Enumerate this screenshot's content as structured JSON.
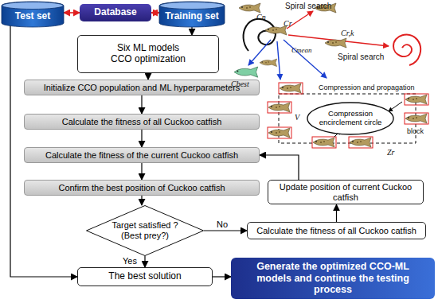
{
  "diagram": {
    "nodes": [
      {
        "text": [
          "Test set"
        ]
      },
      {
        "text": [
          "Database"
        ]
      },
      {
        "text": [
          "Training set"
        ]
      },
      {
        "text": [
          "Six ML models",
          "CCO optimization"
        ]
      },
      {
        "text": [
          "Initialize CCO population and ML hyperparameters"
        ]
      },
      {
        "text": [
          "Calculate the fitness of all Cuckoo catfish"
        ]
      },
      {
        "text": [
          "Calculate the fitness of the current Cuckoo catfish"
        ]
      },
      {
        "text": [
          "Confirm the best position of Cuckoo catfish"
        ]
      },
      {
        "text": [
          "Target satisfied ?",
          "(Best prey?)"
        ]
      },
      {
        "text": [
          "Calculate the fitness of all Cuckoo catfish"
        ]
      },
      {
        "text": [
          "Update position of current Cuckoo catfish"
        ]
      },
      {
        "text": [
          "The best solution"
        ]
      },
      {
        "text": [
          "Generate the optimized CCO-ML models and continue the testing process"
        ]
      },
      {
        "text": [
          "Compression encirclement circle"
        ]
      }
    ],
    "edges": [
      {
        "from": 1,
        "to": 0,
        "arrow": "both"
      },
      {
        "from": 1,
        "to": 2,
        "arrow": "both"
      },
      {
        "from": 2,
        "to": 3,
        "arrow": "to"
      },
      {
        "from": 3,
        "to": 4,
        "arrow": "to"
      },
      {
        "from": 4,
        "to": 5,
        "arrow": "to"
      },
      {
        "from": 5,
        "to": 6,
        "arrow": "to"
      },
      {
        "from": 6,
        "to": 7,
        "arrow": "to"
      },
      {
        "from": 7,
        "to": 8,
        "arrow": "to"
      },
      {
        "from": 8,
        "to": 9,
        "label": "No",
        "arrow": "to"
      },
      {
        "from": 9,
        "to": 10,
        "arrow": "to"
      },
      {
        "from": 10,
        "to": 6,
        "arrow": "to"
      },
      {
        "from": 8,
        "to": 11,
        "label": "Yes",
        "arrow": "to"
      },
      {
        "from": 0,
        "to": 11,
        "arrow": "to"
      },
      {
        "from": 11,
        "to": 12,
        "arrow": "to"
      }
    ],
    "labels": [
      "Spiral search",
      "Spiral search",
      "Compression and propagation",
      "block",
      "Cn",
      "Cr",
      "Cbest",
      "Cmean",
      "Cr,k",
      "V",
      "Zr"
    ]
  }
}
